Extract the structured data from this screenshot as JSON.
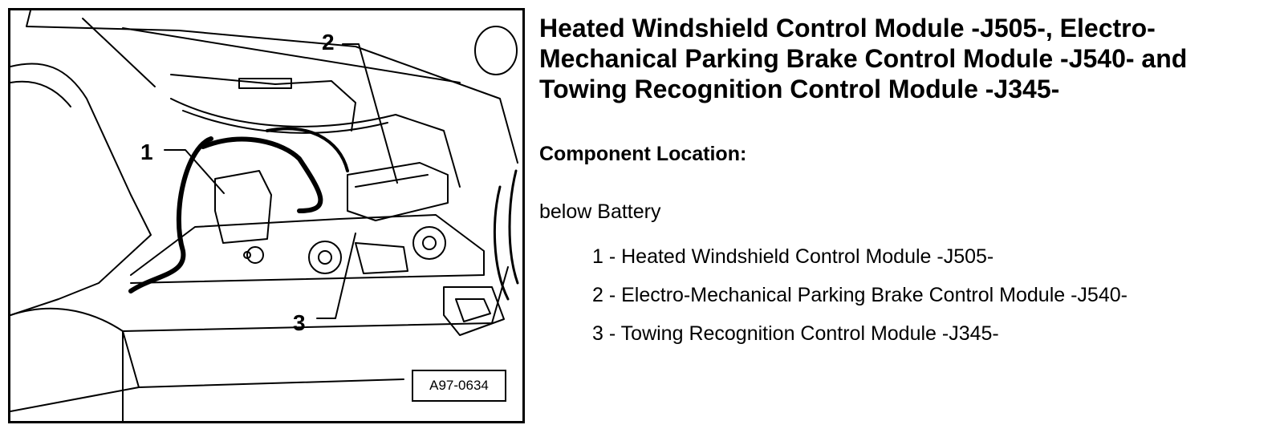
{
  "figure": {
    "code": "A97-0634",
    "callouts": [
      "1",
      "2",
      "3"
    ]
  },
  "header": {
    "title": "Heated Windshield Control Module -J505-, Electro-Mechanical Parking Brake Control Module -J540- and Towing Recognition Control Module -J345-",
    "subtitle": "Component Location:"
  },
  "location": "below Battery",
  "items": [
    {
      "num": "1",
      "sep": " - ",
      "label": "Heated Windshield Control Module -J505-"
    },
    {
      "num": "2",
      "sep": " - ",
      "label": "Electro-Mechanical Parking Brake Control Module -J540-"
    },
    {
      "num": "3",
      "sep": " - ",
      "label": "Towing Recognition Control Module -J345-"
    }
  ]
}
